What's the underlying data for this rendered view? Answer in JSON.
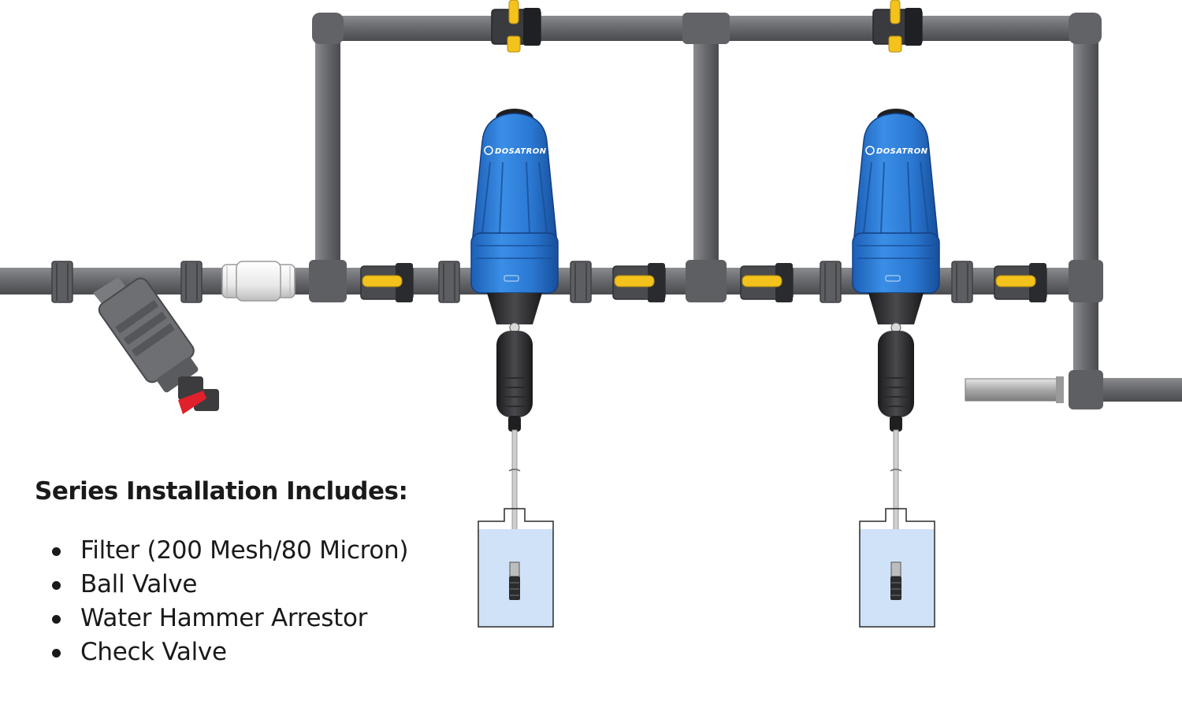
{
  "legend": {
    "title": "Series Installation Includes:",
    "items": [
      "Filter (200 Mesh/80 Micron)",
      "Ball Valve",
      "Water Hammer Arrestor",
      "Check Valve"
    ]
  },
  "dosatron_brand": "DOSATRON",
  "colors": {
    "pipe": "#6a6b6f",
    "pipe_dark": "#3f4044",
    "dispenser_blue": "#2f7fd8",
    "dispenser_blue_dark": "#17519e",
    "valve_yellow": "#f3c21c",
    "valve_red": "#e0202b",
    "tank_water": "#cfe2f7"
  },
  "icons": {
    "dispenser": "dosatron-injector-icon",
    "ball_valve": "ball-valve-icon",
    "filter": "y-filter-icon",
    "check_valve": "check-valve-icon",
    "tank": "solution-tank-icon",
    "arrestor": "water-hammer-arrestor-icon"
  }
}
